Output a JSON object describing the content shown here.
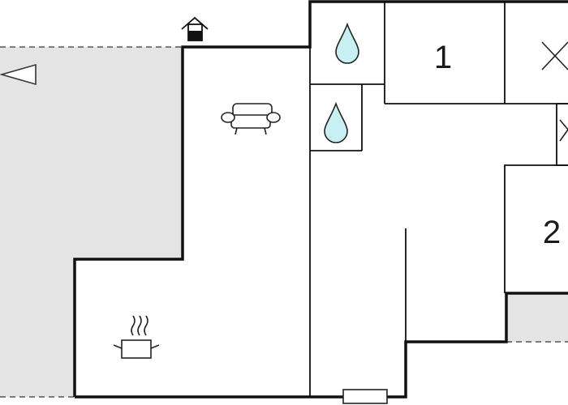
{
  "floor_plan": {
    "rooms": [
      {
        "id": "bedroom-1",
        "label": "1"
      },
      {
        "id": "bedroom-2",
        "label": "2"
      }
    ],
    "icons": [
      "house-entrance-icon",
      "compass-direction-icon",
      "sofa-icon",
      "cooking-pot-icon",
      "water-drop-icon",
      "water-drop-icon",
      "cross-icon",
      "cross-icon",
      "door-icon"
    ],
    "colors": {
      "outdoor_area": "#e4e4e4",
      "wall": "#111111",
      "drop_fill": "#c8f0f2",
      "background": "#ffffff"
    }
  }
}
